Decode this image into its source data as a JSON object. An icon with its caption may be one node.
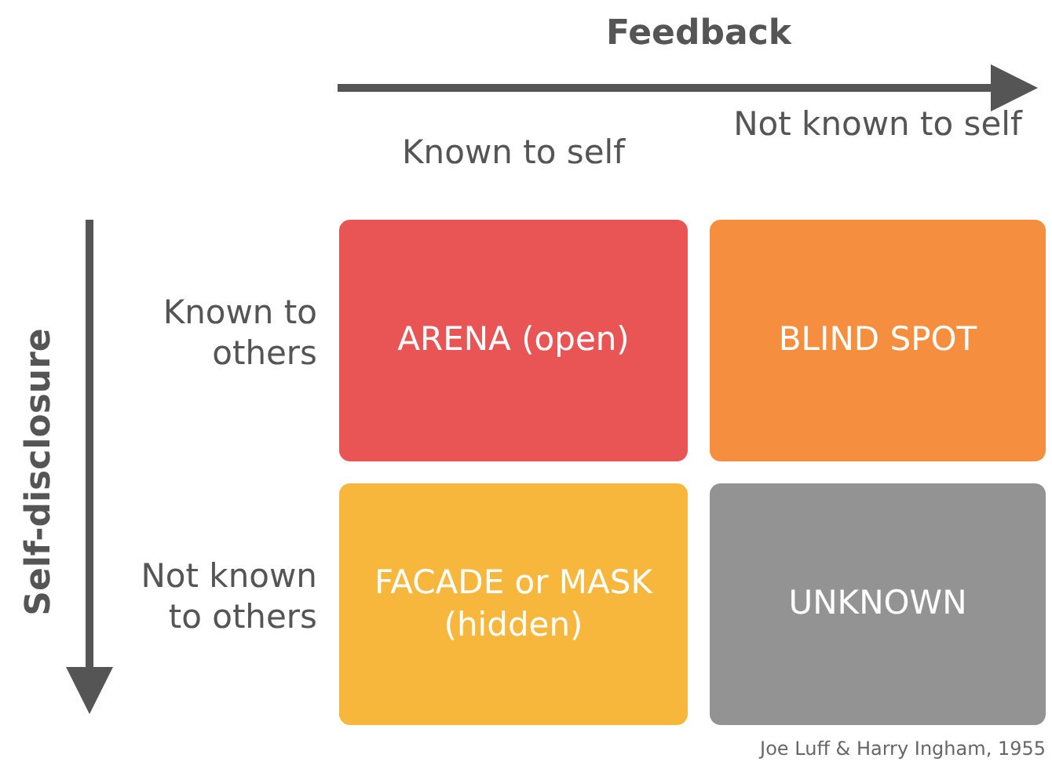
{
  "diagram": {
    "nodes": [
      {
        "text": [
          "ARENA (open)"
        ]
      },
      {
        "text": [
          "BLIND SPOT"
        ]
      },
      {
        "text": [
          "FACADE or MASK (hidden)"
        ]
      },
      {
        "text": [
          "UNKNOWN"
        ]
      }
    ],
    "edges": [],
    "labels": [
      "Feedback",
      "Known to self",
      "Not known to self",
      "Self-disclosure",
      "Known to others",
      "Not known to others",
      "Joe Luff & Harry Ingham, 1955"
    ]
  }
}
